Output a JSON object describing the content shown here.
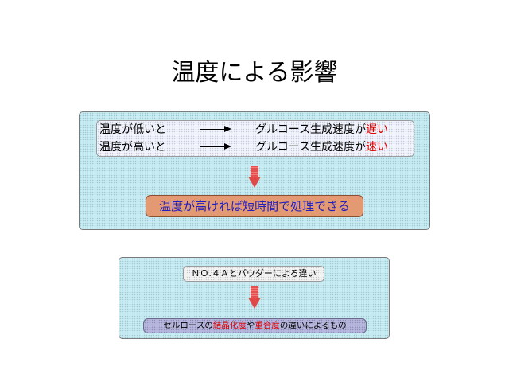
{
  "title": "温度による影響",
  "panel1": {
    "rows": [
      {
        "condition": "温度が低いと",
        "result_prefix": "グルコース生成速度が",
        "result_emphasis": "遅い"
      },
      {
        "condition": "温度が高いと",
        "result_prefix": "グルコース生成速度が",
        "result_emphasis": "速い"
      }
    ],
    "conclusion": "温度が高ければ短時間で処理できる"
  },
  "panel2": {
    "label": "ＮＯ.４Ａとパウダーによる違い",
    "result": {
      "part1": "セルロースの",
      "hl1": "結晶化度",
      "part2": "や",
      "hl2": "重合度",
      "part3": "の違いによるもの"
    }
  },
  "colors": {
    "panel_bg": "#c8ecf2",
    "emphasis_red": "#e00000",
    "conclusion_bg": "#e39a72",
    "conclusion_text": "#2020c0",
    "arrow_red": "#e04848",
    "result_box_bg": "#b7b7dc"
  }
}
